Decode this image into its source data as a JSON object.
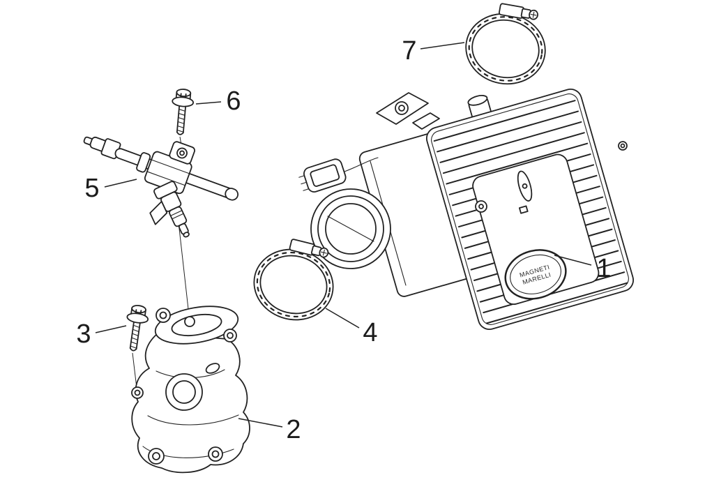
{
  "canvas": {
    "background": "#ffffff",
    "line_color": "#222222"
  },
  "diagram": {
    "kind": "exploded-parts-diagram",
    "parts": [
      {
        "callout": "1",
        "name": "throttle-body-assembly"
      },
      {
        "callout": "2",
        "name": "intake-manifold"
      },
      {
        "callout": "3",
        "name": "manifold-flange-bolt"
      },
      {
        "callout": "4",
        "name": "manifold-hose-clamp"
      },
      {
        "callout": "5",
        "name": "fuel-injector-with-rail"
      },
      {
        "callout": "6",
        "name": "injector-rail-bolt"
      },
      {
        "callout": "7",
        "name": "air-duct-hose-clamp"
      }
    ],
    "badge": {
      "line1": "MAGNETI",
      "line2": "MARELLI"
    }
  }
}
